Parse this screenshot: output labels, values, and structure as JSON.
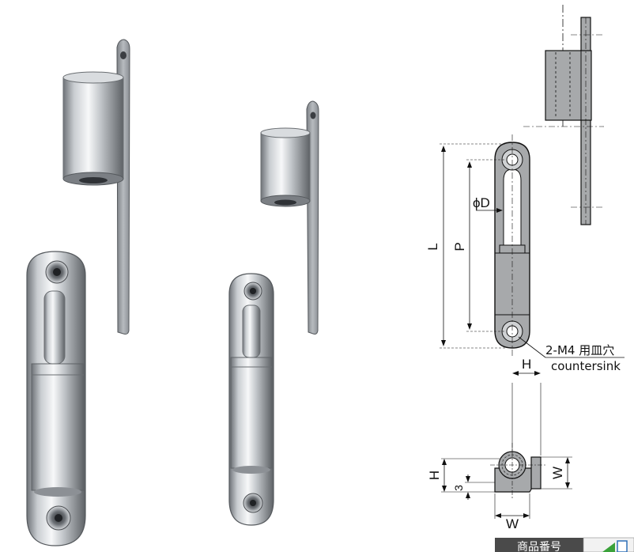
{
  "drawing": {
    "dim_L": "L",
    "dim_P": "P",
    "dim_D": "ϕD",
    "dim_H_top": "H",
    "dim_W_right": "W",
    "dim_H_left": "H",
    "dim_3": "3",
    "dim_W_bottom": "W",
    "callout_line1": "2-M4 用皿穴",
    "callout_line2": "countersink"
  },
  "table_header": {
    "product_number": "商品番号"
  }
}
